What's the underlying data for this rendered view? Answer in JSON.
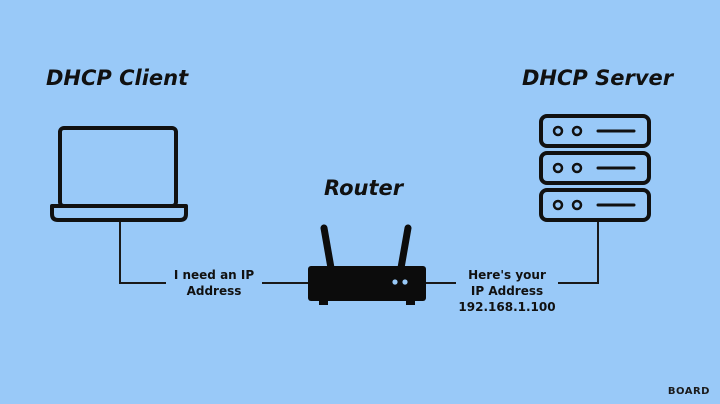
{
  "nodes": {
    "client": {
      "title": "DHCP Client",
      "icon": "laptop-icon"
    },
    "router": {
      "title": "Router",
      "icon": "router-icon"
    },
    "server": {
      "title": "DHCP Server",
      "icon": "server-rack-icon"
    }
  },
  "connections": {
    "client_to_router": {
      "line1": "I need an IP",
      "line2": "Address"
    },
    "router_to_client": {
      "line1": "Here's your",
      "line2": "IP Address",
      "line3": "192.168.1.100"
    }
  },
  "brand": "BOARD",
  "colors": {
    "background": "#99c9f8",
    "ink": "#111111"
  }
}
